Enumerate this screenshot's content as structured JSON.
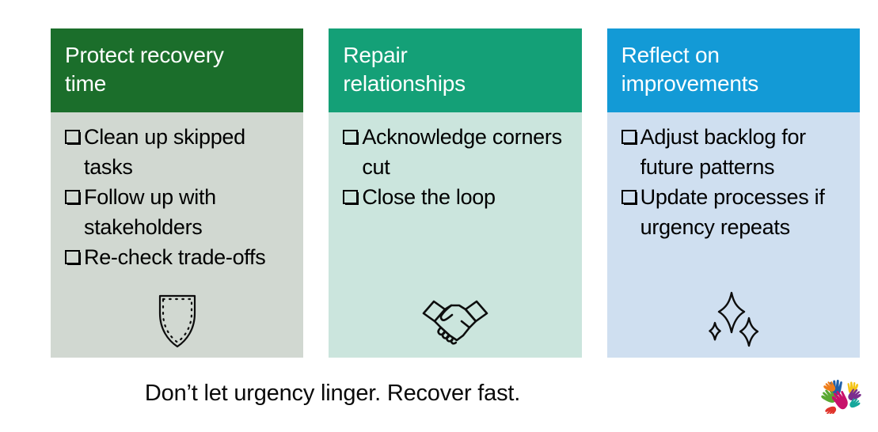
{
  "slide": {
    "background_color": "#ffffff",
    "footer_text": "Don’t let urgency linger. Recover fast.",
    "logo_name": "colored-hands-logo"
  },
  "cards": [
    {
      "id": "protect-recovery-time",
      "title": "Protect recovery\ntime",
      "header_color": "#1b6e2b",
      "body_color": "#d1d8d1",
      "title_color": "#ffffff",
      "text_color": "#000000",
      "icon": "shield-icon",
      "bullets": [
        "Clean up skipped tasks",
        "Follow up with stakeholders",
        "Re-check trade-offs"
      ]
    },
    {
      "id": "repair-relationships",
      "title": "Repair\nrelationships",
      "header_color": "#14a077",
      "body_color": "#cbe5dd",
      "title_color": "#ffffff",
      "text_color": "#000000",
      "icon": "handshake-icon",
      "bullets": [
        "Acknowledge corners cut",
        "Close the loop"
      ]
    },
    {
      "id": "reflect-on-improvements",
      "title": "Reflect on\nimprovements",
      "header_color": "#139ad6",
      "body_color": "#cfdff0",
      "title_color": "#ffffff",
      "text_color": "#000000",
      "icon": "sparkles-icon",
      "bullets": [
        "Adjust backlog for future patterns",
        "Update processes if urgency repeats"
      ]
    }
  ],
  "logo_colors": {
    "blue": "#1f5fa9",
    "magenta": "#c8116b",
    "green": "#5aa832",
    "orange": "#ef7d1a",
    "yellow": "#f4c518",
    "red": "#e0342b",
    "purple": "#7b2f8e",
    "teal": "#16a79b"
  }
}
